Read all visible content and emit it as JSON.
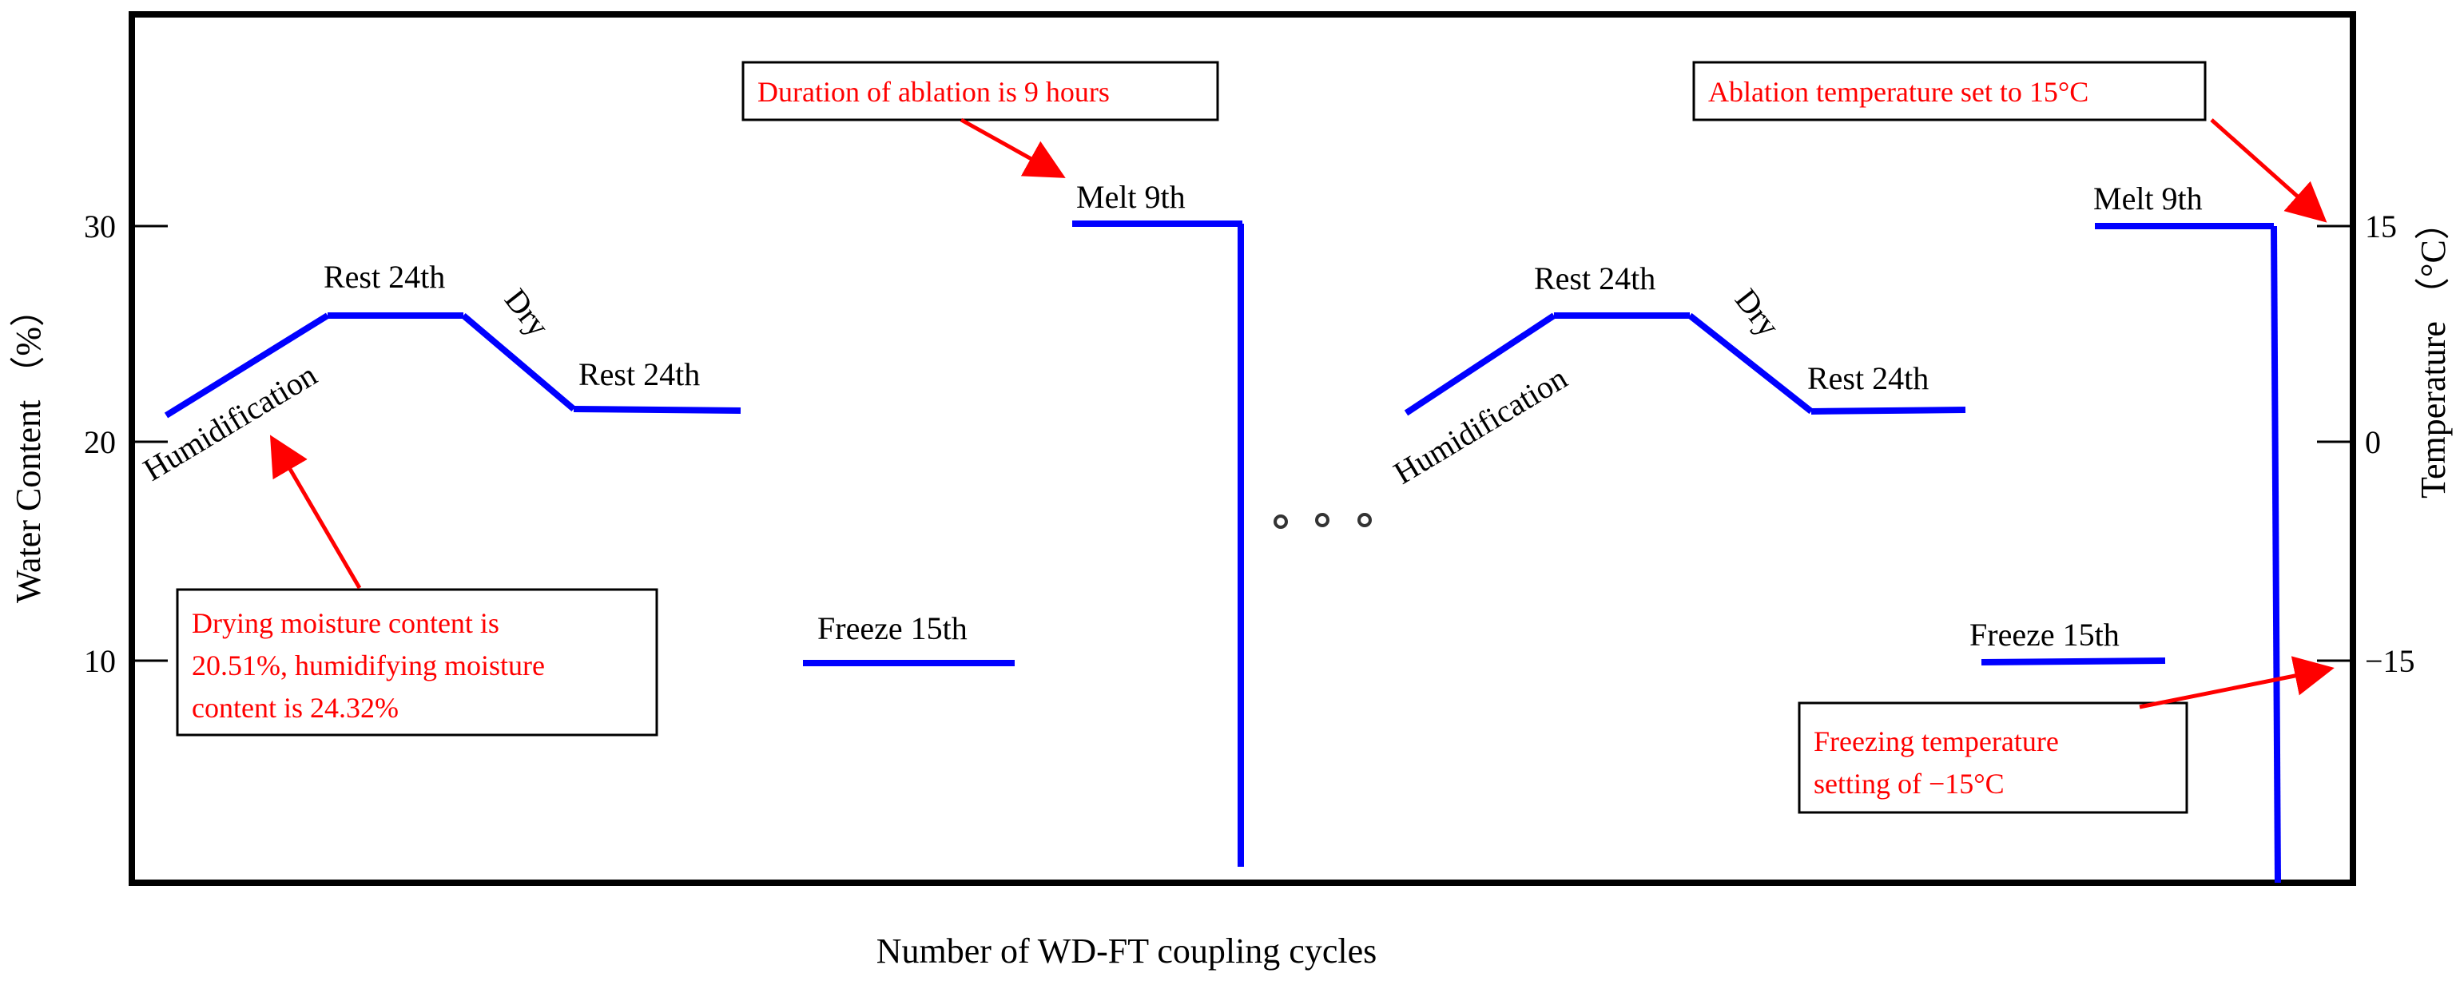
{
  "chart_data": {
    "type": "line",
    "xlabel": "Number of  WD-FT coupling cycles",
    "ylabel_left": "Water  Content （%）",
    "ylabel_right": "Temperature （°C）",
    "left_axis": {
      "ticks": [
        10,
        20,
        30
      ],
      "tick_labels": [
        "10",
        "20",
        "30"
      ]
    },
    "right_axis": {
      "ticks": [
        -15,
        0,
        15
      ],
      "tick_labels": [
        "−15",
        "0",
        "15"
      ]
    },
    "stage_labels": {
      "humidification_1": "Humidification",
      "rest_1a": "Rest 24th",
      "dry_1": "Dry",
      "rest_1b": "Rest 24th",
      "freeze_1": "Freeze 15th",
      "melt_1": "Melt 9th",
      "humidification_2": "Humidification",
      "rest_2a": "Rest 24th",
      "dry_2": "Dry",
      "rest_2b": "Rest 24th",
      "freeze_2": "Freeze 15th",
      "melt_2": "Melt 9th"
    },
    "ellipsis": "• • •",
    "annotations": {
      "moisture_line1": "Drying moisture content is",
      "moisture_line2": "20.51%, humidifying moisture",
      "moisture_line3": "content is 24.32%",
      "ablation_duration": "Duration of ablation is 9 hours",
      "ablation_temp": "Ablation temperature set to 15°C",
      "freezing_line1": "Freezing temperature",
      "freezing_line2": "setting of −15°C"
    },
    "colors": {
      "series": "#0000ff",
      "annotation": "#ff0000",
      "frame": "#000000"
    }
  }
}
